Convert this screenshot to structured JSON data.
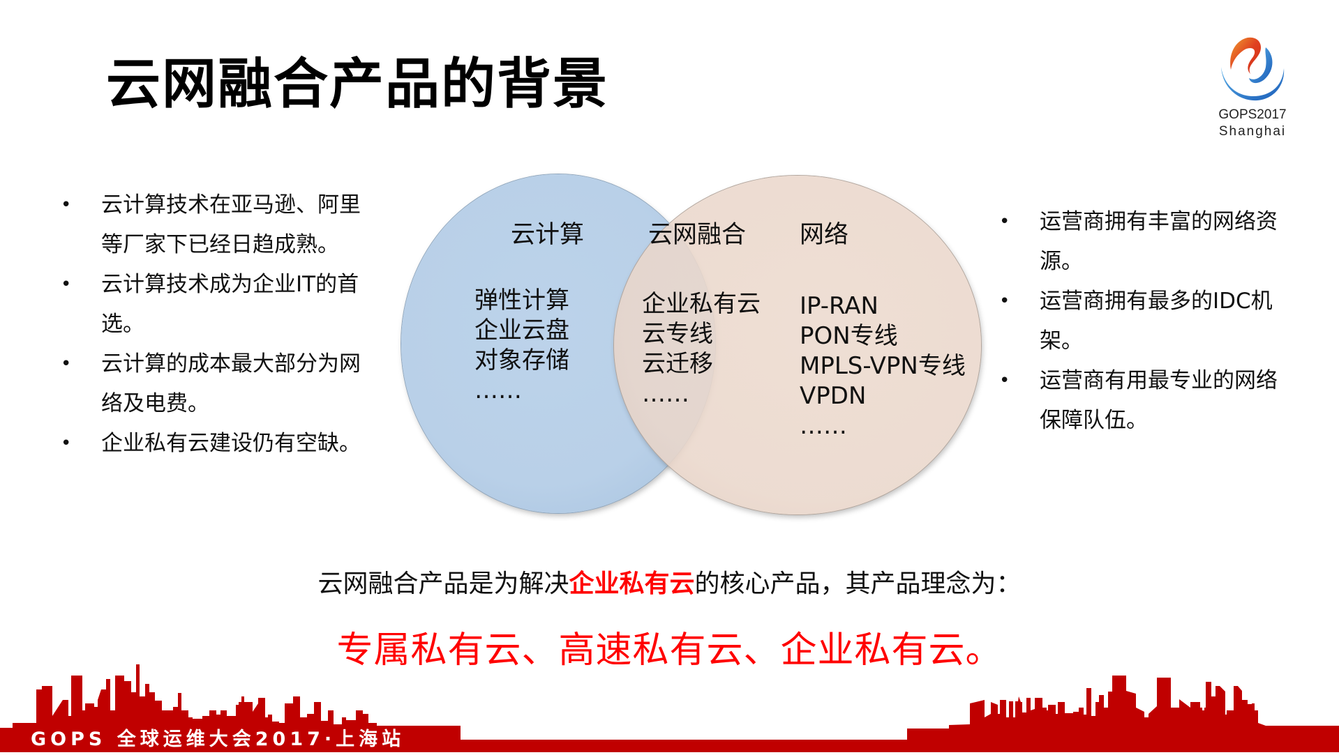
{
  "slide": {
    "title": "云网融合产品的背景"
  },
  "logo": {
    "line1": "GOPS2017",
    "line2": "Shanghai",
    "icon": "gops-flame-logo-icon"
  },
  "left_bullets": [
    {
      "text": "云计算技术在亚马逊、阿里等厂家下已经日趋成熟。"
    },
    {
      "text": "云计算技术成为企业IT的首选。"
    },
    {
      "text": "云计算的成本最大部分为网络及电费。"
    },
    {
      "text": "企业私有云建设仍有空缺。"
    }
  ],
  "right_bullets": [
    {
      "text": "运营商拥有丰富的网络资源。"
    },
    {
      "text": "运营商拥有最多的IDC机架。"
    },
    {
      "text": "运营商有用最专业的网络保障队伍。"
    }
  ],
  "bullet_glyph": "•",
  "venn": {
    "left": {
      "label": "云计算",
      "items": [
        "弹性计算",
        "企业云盘",
        "对象存储",
        "……"
      ],
      "color": "#b9d0e8"
    },
    "overlap": {
      "label": "云网融合",
      "items": [
        "企业私有云",
        "云专线",
        "云迁移",
        "……"
      ]
    },
    "right": {
      "label": "网络",
      "items": [
        "IP-RAN",
        "PON专线",
        "MPLS-VPN专线",
        "VPDN",
        "……"
      ],
      "color": "#ead7cb"
    }
  },
  "summary": {
    "prefix": "云网融合产品是为解决",
    "highlight": "企业私有云",
    "suffix": "的核心产品，其产品理念为："
  },
  "slogan": "专属私有云、高速私有云、企业私有云。",
  "footer": {
    "text": "GOPS 全球运维大会2017·上海站",
    "color": "#c00000"
  },
  "colors": {
    "accent_red": "#ff0000",
    "footer_red": "#c00000"
  }
}
